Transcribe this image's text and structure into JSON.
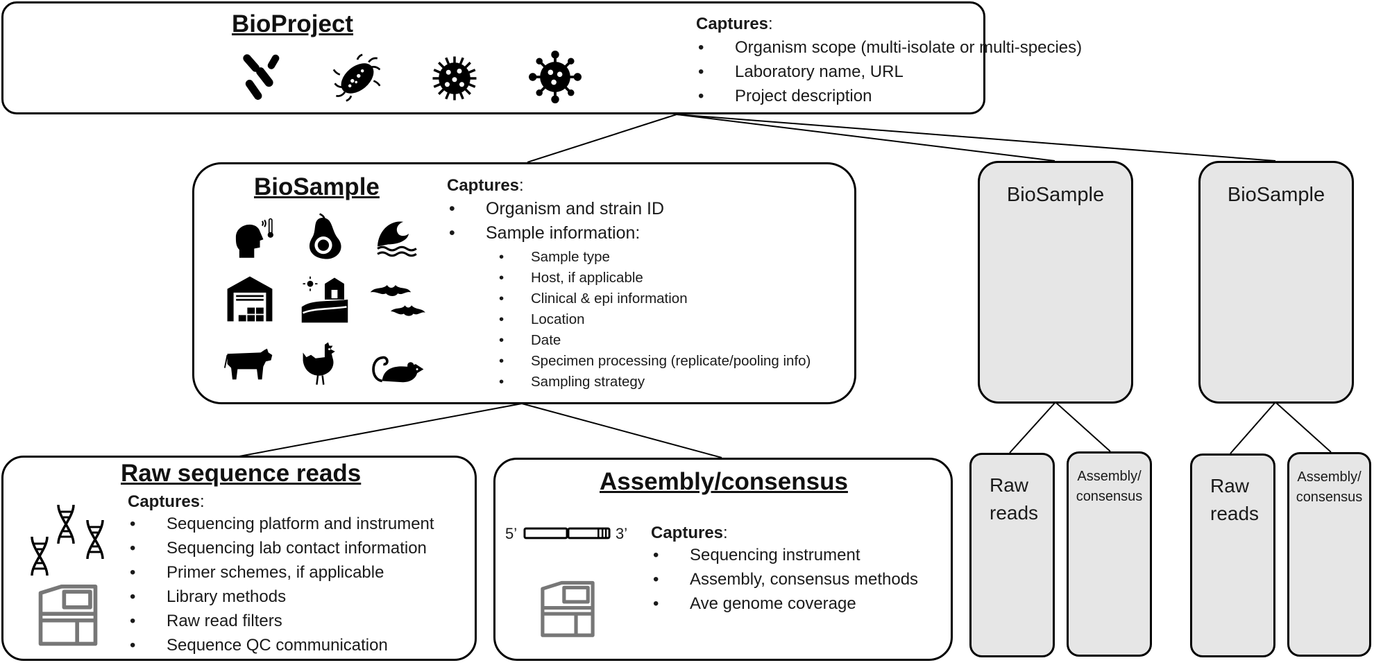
{
  "bioproject": {
    "title": "BioProject",
    "captures_label": "Captures",
    "items": [
      "Organism scope (multi-isolate or multi-species)",
      "Laboratory name, URL",
      "Project description"
    ]
  },
  "biosample_main": {
    "title": "BioSample",
    "captures_label": "Captures",
    "items": [
      "Organism and strain ID",
      "Sample information:"
    ],
    "sub_items": [
      "Sample type",
      "Host, if applicable",
      "Clinical & epi information",
      "Location",
      "Date",
      "Specimen processing (replicate/pooling info)",
      "Sampling strategy"
    ]
  },
  "raw_reads": {
    "title": "Raw sequence reads",
    "captures_label": "Captures",
    "items": [
      "Sequencing platform and instrument",
      "Sequencing lab contact information",
      "Primer schemes, if applicable",
      "Library methods",
      "Raw read filters",
      "Sequence QC communication"
    ]
  },
  "assembly": {
    "title": "Assembly/consensus",
    "captures_label": "Captures",
    "five_prime": "5’",
    "three_prime": "3’",
    "items": [
      "Sequencing instrument",
      "Assembly, consensus methods",
      "Ave genome coverage"
    ]
  },
  "side_samples": [
    {
      "title": "BioSample",
      "raw_line1": "Raw",
      "raw_line2": "reads",
      "asm_line1": "Assembly/",
      "asm_line2": "consensus"
    },
    {
      "title": "BioSample",
      "raw_line1": "Raw",
      "raw_line2": "reads",
      "asm_line1": "Assembly/",
      "asm_line2": "consensus"
    }
  ],
  "icons": {
    "bioproject": [
      "bacteria-rods-icon",
      "bacterium-flagella-icon",
      "virus-icon",
      "virus-spiked-icon"
    ],
    "biosample": [
      "sick-person-thermometer-icon",
      "avocado-icon",
      "water-wave-icon",
      "warehouse-icon",
      "farm-barn-icon",
      "bats-icon",
      "cow-icon",
      "chicken-icon",
      "rat-icon"
    ],
    "raw_reads": [
      "dna-helix-icon",
      "sequencer-instrument-icon"
    ],
    "assembly": [
      "genome-bar-icon",
      "sequencer-instrument-icon"
    ]
  },
  "colors": {
    "side_box_fill": "#e6e6e6",
    "sequencer_gray": "#777777"
  }
}
